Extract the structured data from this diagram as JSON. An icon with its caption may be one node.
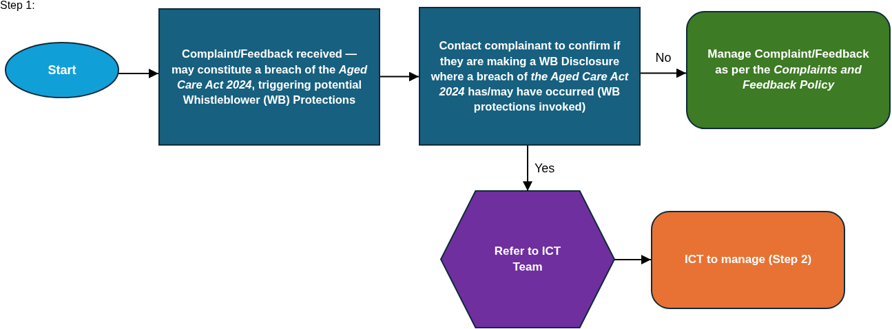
{
  "diagram": {
    "title": "Step 1:",
    "nodes": [
      {
        "text": [
          "Start"
        ]
      },
      {
        "text": [
          "Complaint/Feedback received — may constitute a breach of the *Aged Care Act 2024*, triggering potential Whistleblower (WB) Protections"
        ]
      },
      {
        "text": [
          "Contact complainant to confirm if they are making a WB Disclosure where a breach of *the Aged Care Act 2024* has/may have occurred (WB protections invoked)"
        ]
      },
      {
        "text": [
          "Manage Complaint/Feedback as per the *Complaints and Feedback Policy*"
        ]
      },
      {
        "text": [
          "Refer to ICT Team"
        ]
      },
      {
        "text": [
          "ICT to manage (Step 2)"
        ]
      }
    ],
    "edges": [
      {
        "from": 0,
        "to": 1,
        "arrow": "to"
      },
      {
        "from": 1,
        "to": 2,
        "arrow": "to"
      },
      {
        "from": 2,
        "to": 3,
        "arrow": "to",
        "label": "No"
      },
      {
        "from": 2,
        "to": 4,
        "arrow": "to",
        "label": "Yes"
      },
      {
        "from": 4,
        "to": 5,
        "arrow": "to"
      }
    ]
  }
}
